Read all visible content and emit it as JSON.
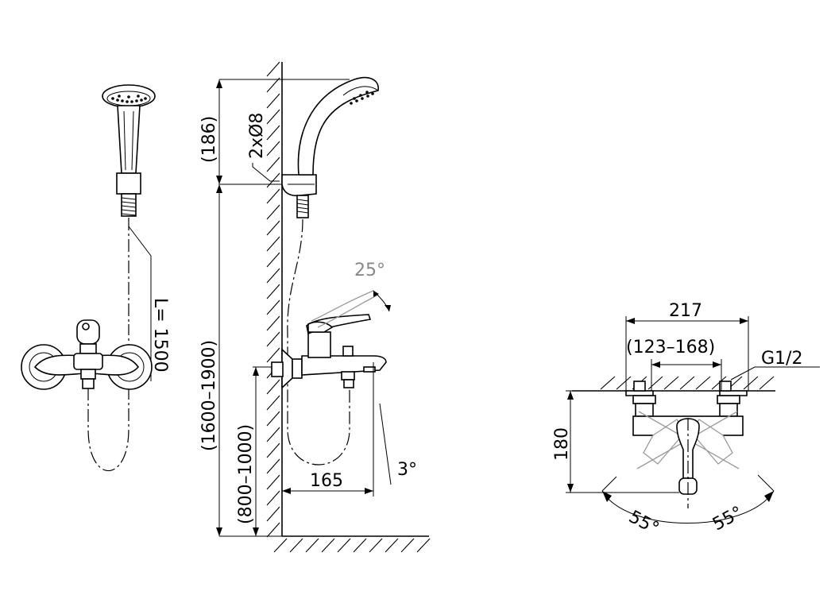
{
  "colors": {
    "line": "#000000",
    "secondary": "#9a9a9a",
    "background": "#ffffff"
  },
  "labels": {
    "hose_length": "L= 1500",
    "shower_height": "(186)",
    "bracket_holes": "2xØ8",
    "total_height": "(1600–1900)",
    "spout_height": "(800–1000)",
    "spout_projection": "165",
    "handle_tilt": "25°",
    "spout_angle": "3°",
    "overall_width": "217",
    "center_distance": "(123–168)",
    "thread": "G1/2",
    "body_height": "180",
    "rotation_left": "55°",
    "rotation_right": "55°"
  }
}
